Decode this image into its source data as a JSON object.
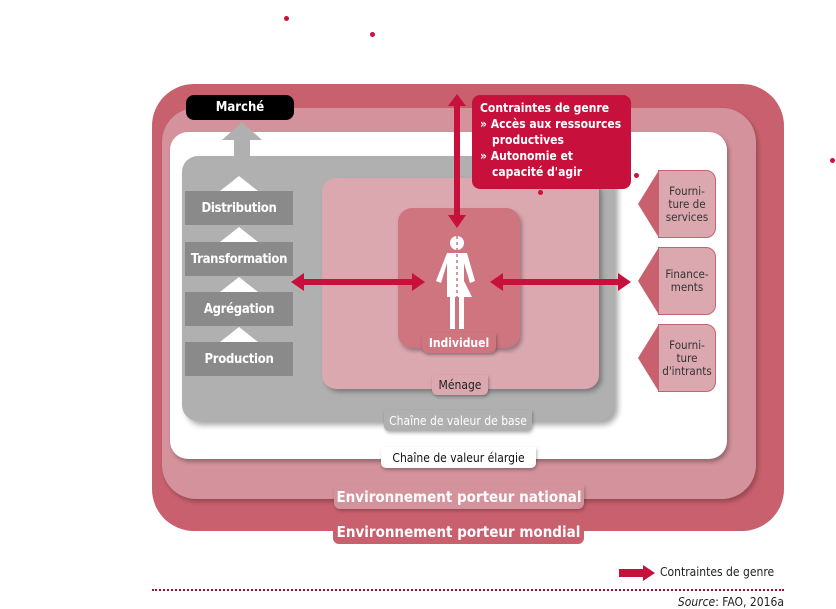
{
  "layers": {
    "global": "Environnement porteur mondial",
    "national": "Environnement porteur national",
    "extended_chain": "Chaîne de valeur élargie",
    "core_chain": "Chaîne de valeur de base",
    "household": "Ménage",
    "individual": "Individuel"
  },
  "market": "Marché",
  "chain_steps": [
    "Distribution",
    "Transformation",
    "Agrégation",
    "Production"
  ],
  "constraints_box": {
    "title": "Contraintes de genre",
    "items": [
      "» Accès aux ressources productives",
      "» Autonomie et capacité d'agir"
    ]
  },
  "services": [
    "Fourni-ture de services",
    "Finance-ments",
    "Fourni-ture d'intrants"
  ],
  "legend": {
    "label": "Contraintes de genre"
  },
  "source": {
    "prefix": "Source",
    "text": ": FAO, 2016a"
  },
  "colors": {
    "global": "#c9606e",
    "national": "#d4939c",
    "core": "#b0b0b0",
    "household": "#dba8b0",
    "individual": "#cf7580",
    "constraint": "#c8103c",
    "chain_step": "#8a8a8a"
  }
}
